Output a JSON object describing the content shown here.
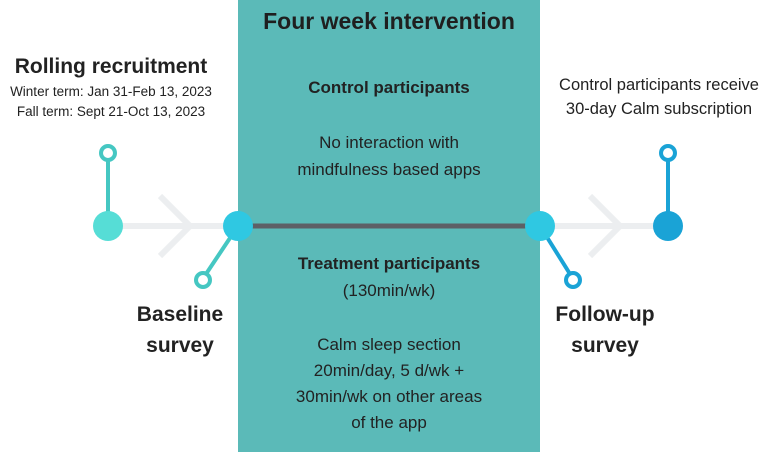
{
  "colors": {
    "panel": "#5bbab8",
    "node_teal": "#56ddd6",
    "node_cyan": "#2fc8e2",
    "node_blue": "#1aa3d6",
    "stem_left": "#45c7c2",
    "stem_right": "#1aa3d6",
    "chevron": "#eceef0",
    "bar": "#5d6066"
  },
  "icons": [
    "chevron-right-icon",
    "pin-node-icon"
  ],
  "intervention": {
    "title": "Four week intervention",
    "control": {
      "heading": "Control participants",
      "line1": "No interaction with",
      "line2": "mindfulness based apps"
    },
    "treatment": {
      "heading": "Treatment participants",
      "rate": "(130min/wk)",
      "line1": "Calm sleep section",
      "line2": "20min/day, 5 d/wk  +",
      "line3": "30min/wk on other areas",
      "line4": "of the app"
    }
  },
  "recruitment": {
    "title": "Rolling recruitment",
    "winter": "Winter term: Jan 31-Feb 13, 2023",
    "fall": "Fall term: Sept 21-Oct 13, 2023"
  },
  "baseline": {
    "line1": "Baseline",
    "line2": "survey"
  },
  "followup": {
    "line1": "Follow-up",
    "line2": "survey"
  },
  "post": {
    "line1": "Control participants receive",
    "line2": "30-day Calm subscription"
  }
}
